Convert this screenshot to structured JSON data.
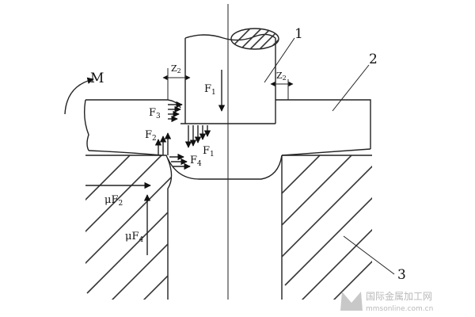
{
  "labels": {
    "part1": "1",
    "part2": "2",
    "part3": "3",
    "moment": "M",
    "f1_top": "F",
    "f1_top_sub": "1",
    "f1_low": "F",
    "f1_low_sub": "1",
    "f2": "F",
    "f2_sub": "2",
    "f3": "F",
    "f3_sub": "3",
    "f4": "F",
    "f4_sub": "4",
    "mu_f2": "μF",
    "mu_f2_sub": "2",
    "mu_f4": "μF",
    "mu_f4_sub": "4",
    "clearance_left": "Z",
    "clearance_left_sub": "2",
    "clearance_right": "Z",
    "clearance_right_sub": "2"
  },
  "watermark": {
    "title": "国际金属加工网",
    "url": "mmsonline.com.cn"
  },
  "colors": {
    "line": "#222222",
    "hatch": "#333333",
    "text": "#111111",
    "watermark": "#b9b9b9"
  }
}
